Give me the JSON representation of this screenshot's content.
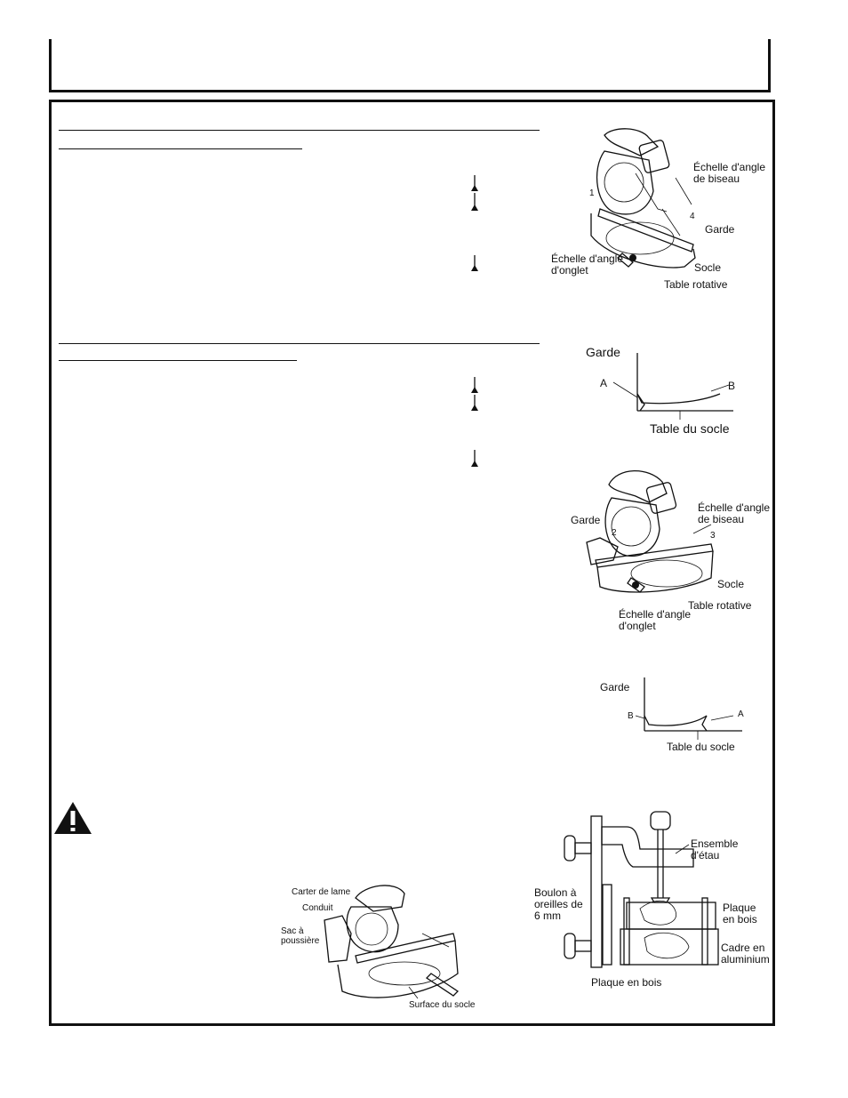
{
  "figure_saw_1": {
    "label_bevel_scale": "Échelle d'angle\nde biseau",
    "label_fence": "Garde",
    "label_base": "Socle",
    "label_miter_scale": "Échelle d'angle\nd'onglet",
    "label_turntable": "Table rotative",
    "num_1": "1",
    "num_4": "4"
  },
  "figure_fence_1": {
    "label_fence": "Garde",
    "label_a": "A",
    "label_b": "B",
    "label_table": "Table du socle"
  },
  "figure_saw_2": {
    "label_fence": "Garde",
    "label_bevel_scale": "Échelle d'angle\nde biseau",
    "label_base": "Socle",
    "label_turntable": "Table rotative",
    "label_miter_scale": "Échelle d'angle\nd'onglet",
    "num_2": "2",
    "num_3": "3"
  },
  "figure_fence_2": {
    "label_fence": "Garde",
    "label_a": "A",
    "label_b": "B",
    "label_table": "Table du socle"
  },
  "figure_dust": {
    "label_blade_guard": "Carter de lame",
    "label_duct": "Conduit",
    "label_dust_bag": "Sac à\npoussière",
    "label_base_surface": "Surface du socle"
  },
  "figure_clamp": {
    "label_vise": "Ensemble\nd'étau",
    "label_bolt": "Boulon à\noreilles de\n6 mm",
    "label_wood_plate_right": "Plaque\nen bois",
    "label_aluminium": "Cadre en\naluminium",
    "label_wood_plate_bottom": "Plaque en bois"
  }
}
